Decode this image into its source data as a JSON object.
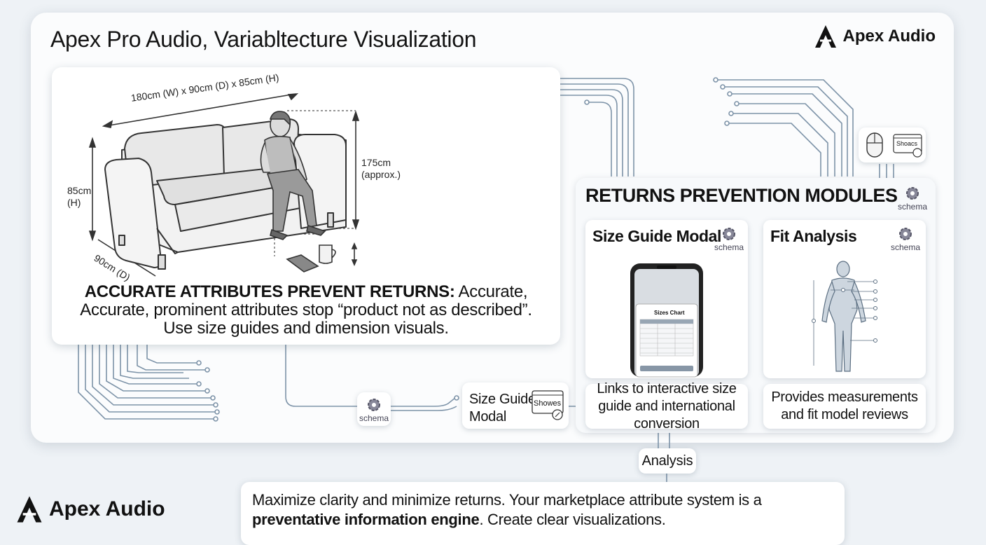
{
  "header": {
    "title": "Apex Pro Audio, Variabltecture Visualization",
    "brand": "Apex Audio"
  },
  "hero": {
    "dim_overall": "180cm (W) x 90cm (D) x 85cm (H)",
    "dim_person_line1": "175cm",
    "dim_person_line2": "(approx.)",
    "dim_height_line1": "85cm",
    "dim_height_line2": "(H)",
    "dim_depth": "90cm (D)",
    "text_bold": "ACCURATE ATTRIBUTES PREVENT RETURNS:",
    "text_line1_rest": " Accurate,",
    "text_line2": "Accurate, prominent attributes stop “product not as described”.",
    "text_line3": "Use size guides and dimension visuals."
  },
  "modules": {
    "title": "RETURNS PREVENTION MODULES",
    "schema_label": "schema",
    "size_guide": {
      "title": "Size Guide Modal",
      "schema_label": "schema",
      "phone_popup_title": "Sizes Chart",
      "description": "Links to interactive size guide and international conversion"
    },
    "fit_analysis": {
      "title": "Fit Analysis",
      "schema_label": "schema",
      "description": "Provides measurements and fit model reviews"
    }
  },
  "size_guide_pill": {
    "line1": "Size Guide",
    "line2": "Modal",
    "button_label": "Showes"
  },
  "mini_card": {
    "button_label": "Shoacs"
  },
  "schema_node": {
    "label": "schema"
  },
  "analysis_pill": {
    "label": "Analysis"
  },
  "footer": {
    "brand": "Apex Audio",
    "text_line1": "Maximize clarity and minimize returns. Your marketplace attribute system is a",
    "text_bold": "preventative information engine",
    "text_rest": ". Create clear visualizations."
  },
  "colors": {
    "wire": "#7d93a8",
    "accent": "#111111"
  }
}
